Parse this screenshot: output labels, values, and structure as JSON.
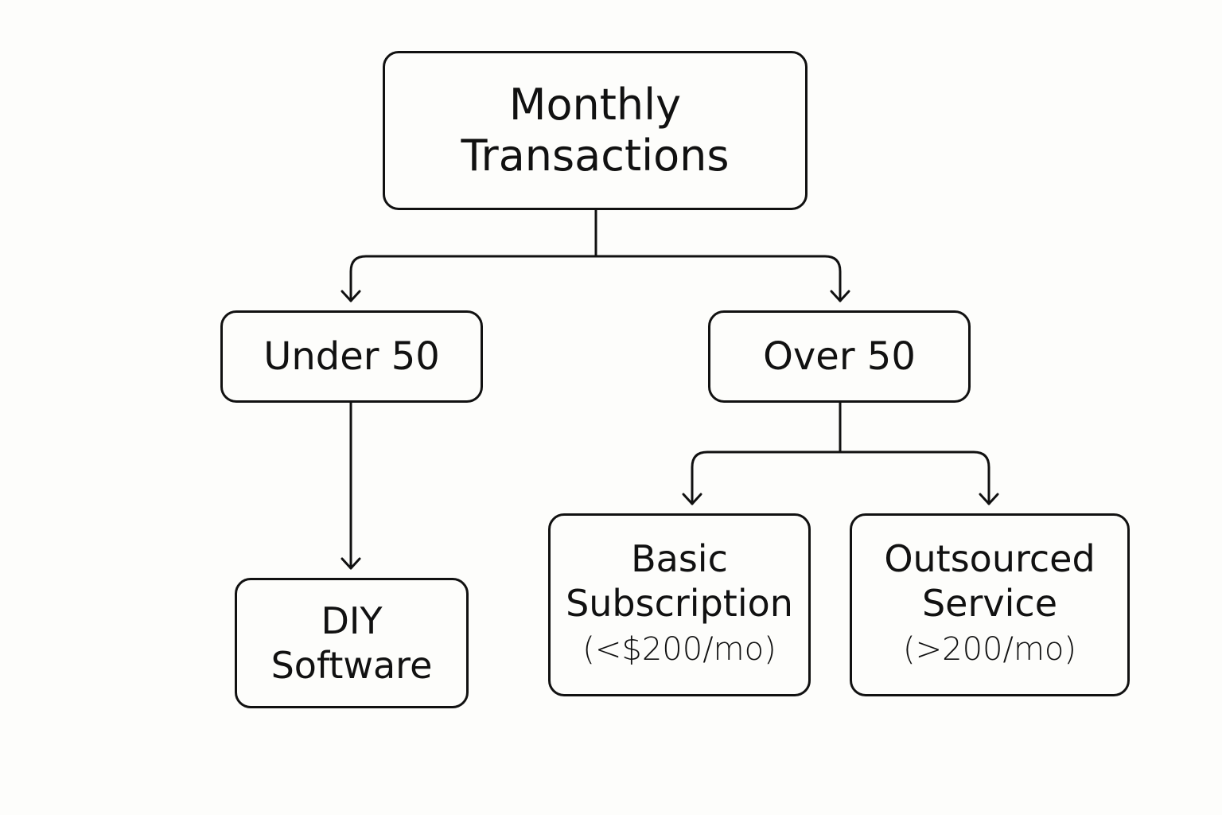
{
  "diagram": {
    "root": {
      "lines": [
        "Monthly",
        "Transactions"
      ]
    },
    "under": {
      "label": "Under 50"
    },
    "over": {
      "label": "Over 50"
    },
    "diy": {
      "lines": [
        "DIY",
        "Software"
      ]
    },
    "basic": {
      "lines": [
        "Basic",
        "Subscription"
      ],
      "price": "(<$200/mo)"
    },
    "outsourced": {
      "lines": [
        "Outsourced",
        "Service"
      ],
      "price": "(>200/mo)"
    }
  }
}
